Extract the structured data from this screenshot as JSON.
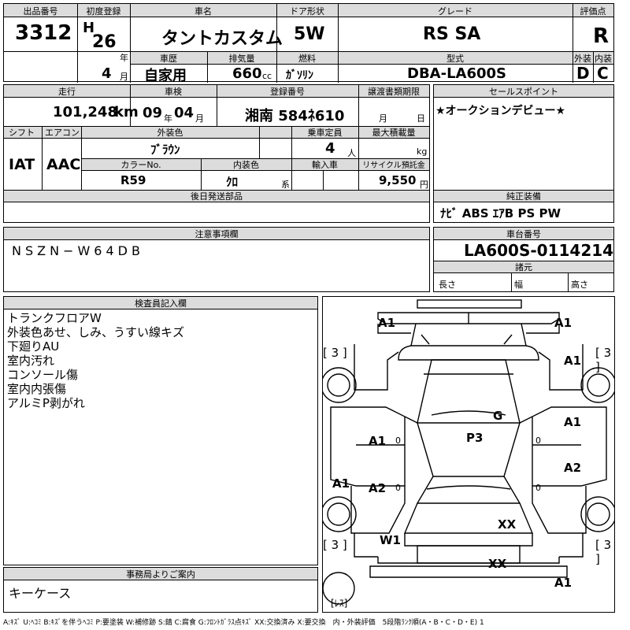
{
  "header": {
    "lot_label": "出品番号",
    "lot": "3312",
    "first_reg_label": "初度登録",
    "era": "H",
    "year": "26",
    "year_unit": "年",
    "month": "4",
    "month_unit": "月",
    "car_name_label": "車名",
    "car_name": "タントカスタム",
    "door_label": "ドア形状",
    "door": "5W",
    "grade_label": "グレード",
    "grade": "RS SA",
    "score_label": "評価点",
    "score": "R",
    "history_label": "車歴",
    "history": "自家用",
    "displacement_label": "排気量",
    "displacement": "660",
    "displacement_unit": "cc",
    "fuel_label": "燃料",
    "fuel": "ｶﾞｿﾘﾝ",
    "model_label": "型式",
    "model": "DBA-LA600S",
    "ext_label": "外装",
    "ext": "D",
    "int_label": "内装",
    "int": "C"
  },
  "row2": {
    "mileage_label": "走行",
    "mileage": "101,248",
    "mileage_unit": "km",
    "inspection_label": "車検",
    "insp_year": "09",
    "insp_year_unit": "年",
    "insp_month": "04",
    "insp_month_unit": "月",
    "reg_label": "登録番号",
    "reg": "湘南 584ﾈ610",
    "transfer_label": "譲渡書類期限",
    "transfer_month_unit": "月",
    "transfer_day_unit": "日",
    "shift_label": "シフト",
    "shift": "IAT",
    "ac_label": "エアコン",
    "ac": "AAC",
    "color_label": "外装色",
    "color": "ﾌﾞﾗｳﾝ",
    "capacity_label": "乗車定員",
    "capacity": "4",
    "capacity_unit": "人",
    "load_label": "最大積載量",
    "load_unit": "kg",
    "color_no_label": "カラーNo.",
    "color_no": "R59",
    "interior_color_label": "内装色",
    "interior_color": "ｸﾛ",
    "interior_color_unit": "系",
    "import_label": "輸入車",
    "recycle_label": "リサイクル預託金",
    "recycle": "9,550",
    "recycle_unit": "円",
    "later_parts_label": "後日発送部品"
  },
  "sales_point": {
    "label": "セールスポイント",
    "text": "★オークションデビュー★"
  },
  "equipment": {
    "label": "純正装備",
    "text": "ﾅﾋﾞ ABS ｴｱB PS PW"
  },
  "caution": {
    "label": "注意事項欄",
    "text": "NSZN−W64DB"
  },
  "chassis": {
    "label": "車台番号",
    "number": "LA600S-0114214",
    "spec_label": "諸元",
    "length_label": "長さ",
    "width_label": "幅",
    "height_label": "高さ"
  },
  "inspector": {
    "label": "検査員記入欄",
    "notes": [
      "トランクフロアW",
      "外装色あせ、しみ、うすい線キズ",
      "下廻りAU",
      "室内汚れ",
      "コンソール傷",
      "室内内張傷",
      "アルミP剥がれ"
    ]
  },
  "office": {
    "label": "事務局よりご案内",
    "text": "キーケース"
  },
  "diagram": {
    "tire_marks": {
      "fl": "[ 3 ]",
      "fr": "[ 3 ]",
      "rl": "[ 3 ]",
      "rr": "[ 3 ]",
      "spare": "[ﾚｽ]"
    },
    "damage": {
      "front_left": "A1",
      "front_right": "A1",
      "fender_right": "A1",
      "windshield": "G",
      "roof": "P3",
      "door_fl": "A1",
      "door_fr": "A1",
      "door_rl": "A2",
      "door_rr": "A2",
      "quarter_left": "A1",
      "rear_glass": "XX",
      "trunk": "W1",
      "rear_bumper": "XX",
      "rear_right": "A1",
      "zero_a": "0",
      "zero_b": "0",
      "zero_c": "0",
      "zero_d": "0"
    }
  },
  "legend": "A:ｷｽﾞ U:ﾍｺﾐ B:ｷｽﾞを伴うﾍｺﾐ P:要塗装 W:補修跡 S:錆 C:腐食 G:ﾌﾛﾝﾄｶﾞﾗｽ点ｷｽﾞ XX:交換済み X:要交換　内・外装評価　5段階ﾗﾝｸ順(A・B・C・D・E) 1"
}
